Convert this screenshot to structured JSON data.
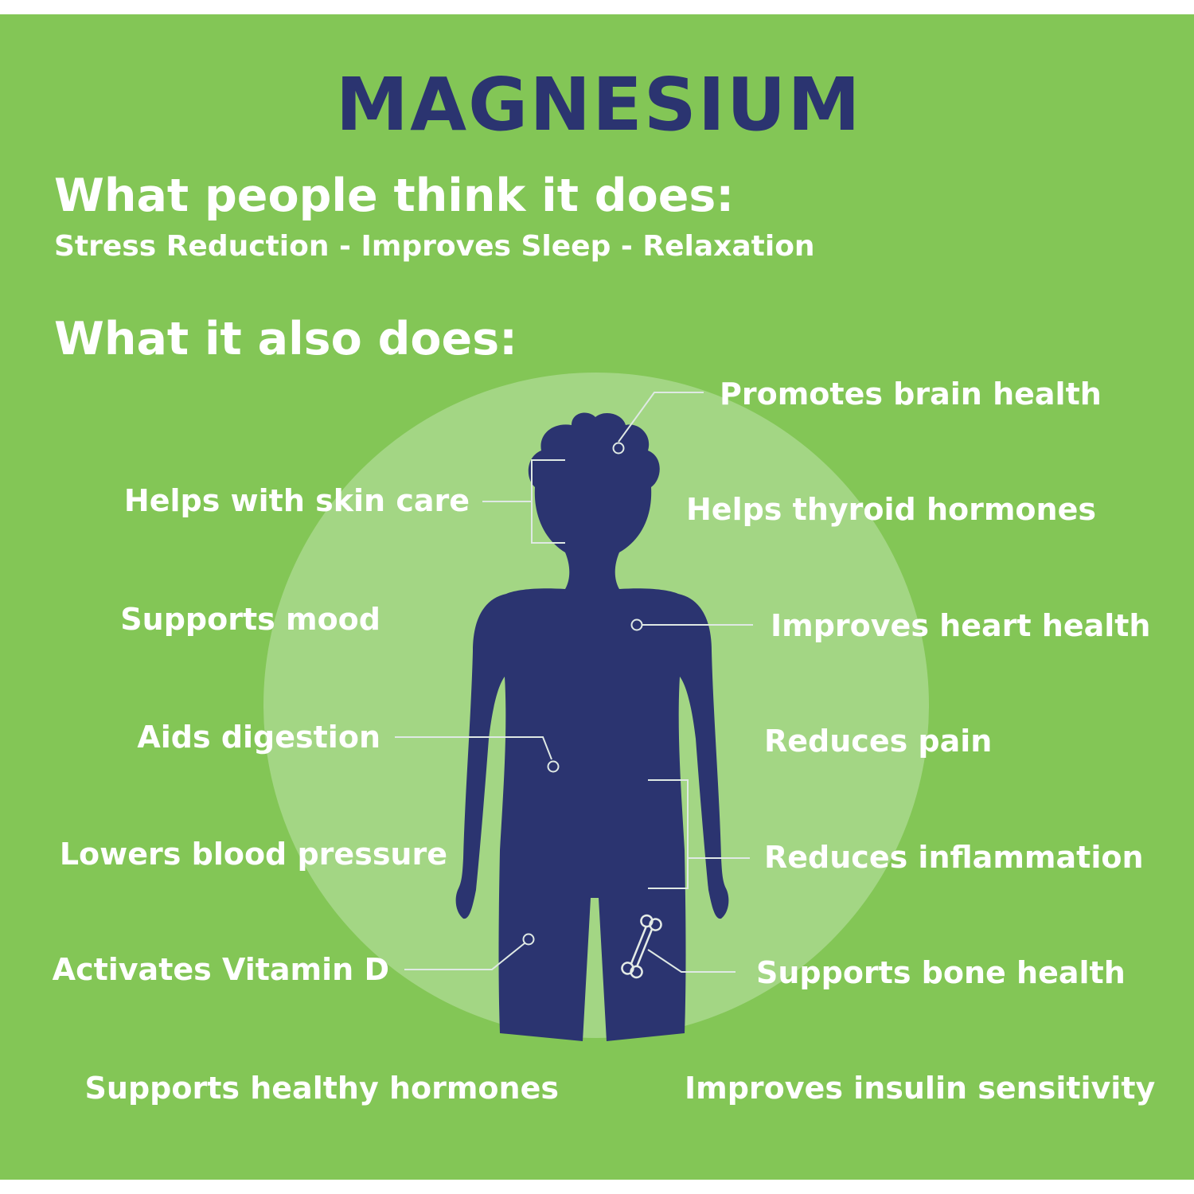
{
  "title": "MAGNESIUM",
  "think": {
    "heading": "What people think it does:",
    "items": "Stress Reduction - Improves Sleep - Relaxation"
  },
  "also": {
    "heading": "What it also does:"
  },
  "left_labels": [
    "Helps with skin care",
    "Supports mood",
    "Aids digestion",
    "Lowers blood pressure",
    "Activates Vitamin D",
    "Supports healthy hormones"
  ],
  "right_labels": [
    "Promotes brain health",
    "Helps thyroid hormones",
    "Improves heart health",
    "Reduces pain",
    "Reduces inflammation",
    "Supports bone health",
    "Improves insulin sensitivity"
  ],
  "colors": {
    "background": "#83c656",
    "circle": "#a3d684",
    "silhouette": "#2b3470",
    "text": "#ffffff"
  },
  "icons": [
    "human-silhouette-icon",
    "bone-icon"
  ]
}
